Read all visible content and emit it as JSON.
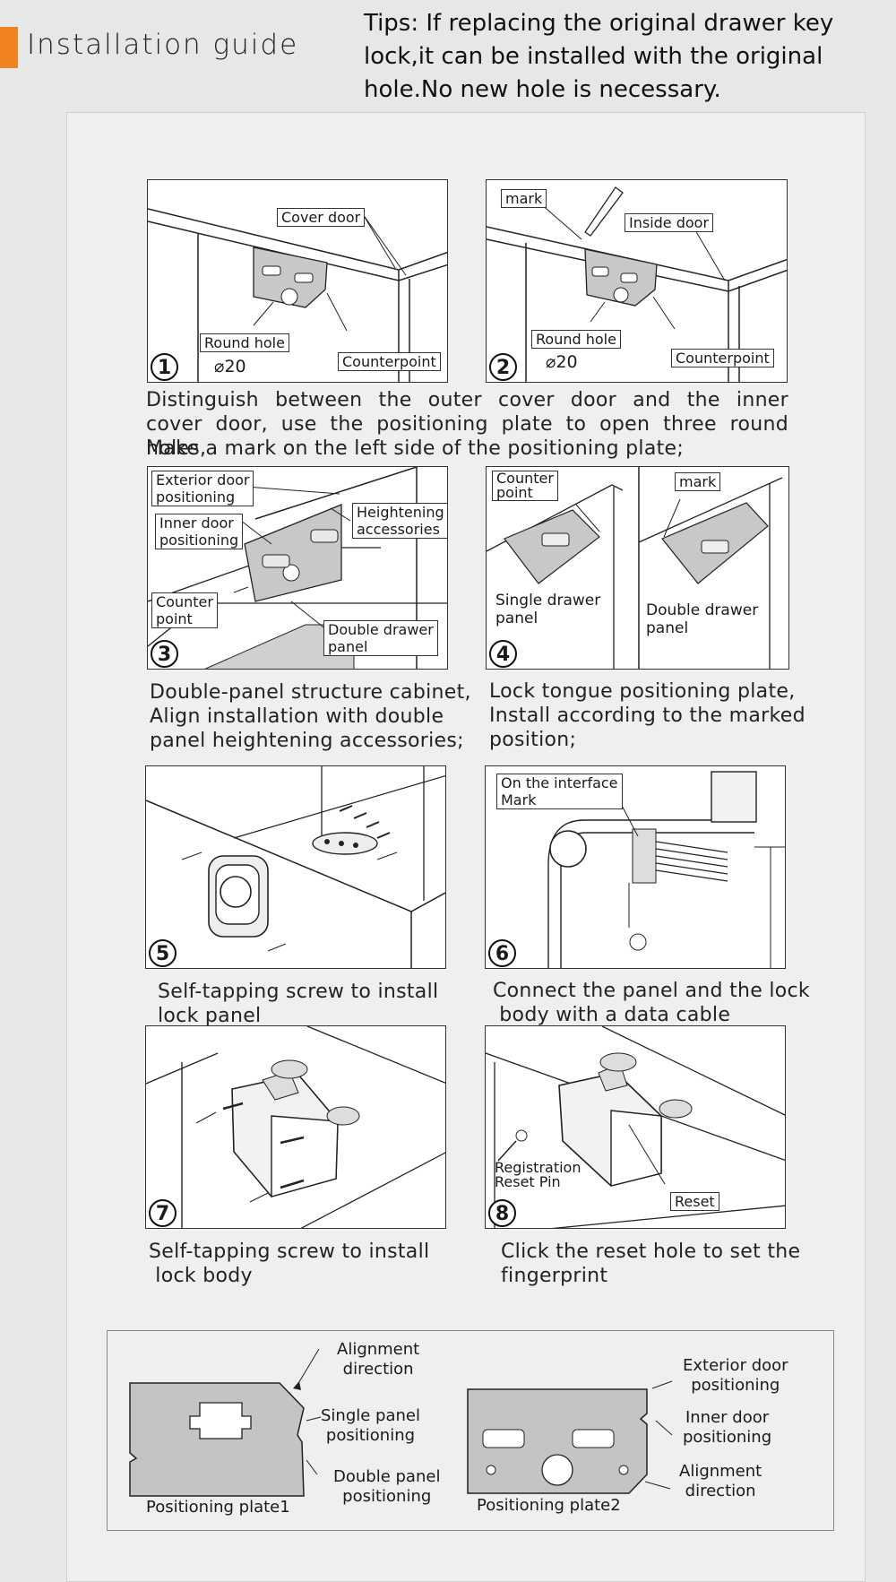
{
  "header": {
    "title": "Installation guide",
    "tips": "Tips: If replacing the original drawer key lock,it can be installed with the original hole.No new hole is necessary."
  },
  "steps": [
    {
      "number": "1",
      "labels": {
        "cover_door": "Cover door",
        "round_hole": "Round hole",
        "diameter": "⌀20",
        "counterpoint": "Counterpoint"
      }
    },
    {
      "number": "2",
      "labels": {
        "mark": "mark",
        "inside_door": "Inside door",
        "round_hole": "Round hole",
        "diameter": "⌀20",
        "counterpoint": "Counterpoint"
      }
    },
    {
      "number": "3",
      "labels": {
        "exterior": "Exterior door\npositioning",
        "inner": "Inner  door\npositioning",
        "heightening": "Heightening\naccessories",
        "counter": "Counter\npoint",
        "double_panel": "Double drawer\npanel"
      }
    },
    {
      "number": "4",
      "labels": {
        "counter": "Counter\npoint",
        "mark": "mark",
        "single": "Single drawer\npanel",
        "double": "Double drawer\npanel"
      }
    },
    {
      "number": "5"
    },
    {
      "number": "6",
      "labels": {
        "interface": "On the interface\nMark"
      }
    },
    {
      "number": "7"
    },
    {
      "number": "8",
      "labels": {
        "pin": "Registration\nReset Pin",
        "reset": "Reset"
      }
    }
  ],
  "captions": {
    "c12": [
      "Distinguish between the outer cover door and the inner",
      "cover door, use the positioning plate to open three round holes,",
      "Make a mark on the left side of the positioning plate;"
    ],
    "c3": [
      "Double-panel structure cabinet,",
      "Align installation with double",
      "panel heightening accessories;"
    ],
    "c4": [
      "Lock tongue positioning plate,",
      "Install according to the marked",
      "position;"
    ],
    "c5": [
      "Self-tapping screw to install",
      "lock panel"
    ],
    "c6": [
      "Connect the panel and the lock",
      " body with a data cable"
    ],
    "c7": [
      "Self-tapping screw to install",
      " lock body"
    ],
    "c8": [
      "Click the reset hole to set the",
      "fingerprint"
    ]
  },
  "plates": {
    "plate1_label": "Positioning plate1",
    "plate2_label": "Positioning plate2",
    "p1_alignment": "Alignment\ndirection",
    "p1_single": "Single panel\npositioning",
    "p1_double": "Double panel\npositioning",
    "p2_exterior": "Exterior door\npositioning",
    "p2_inner": "Inner  door\npositioning",
    "p2_alignment": "Alignment\ndirection"
  },
  "colors": {
    "accent": "#f0821e",
    "plate_fill": "#c4c4c4",
    "background": "#e6e7e7"
  }
}
